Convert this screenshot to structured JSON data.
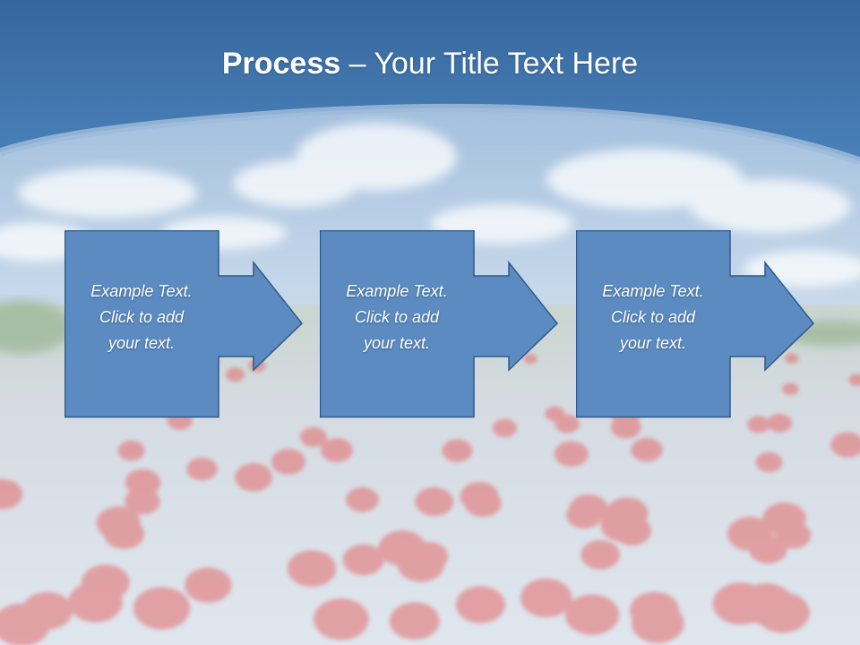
{
  "slide": {
    "title_bold": "Process",
    "title_sep": " – ",
    "title_rest": "Your Title Text Here"
  },
  "steps": [
    {
      "lines": [
        "Example Text.",
        "Click  to add",
        "your text."
      ]
    },
    {
      "lines": [
        "Example Text.",
        "Click  to add",
        "your text."
      ]
    },
    {
      "lines": [
        "Example Text.",
        "Click  to add",
        "your text."
      ]
    }
  ],
  "colors": {
    "header_blue": "#3f72a8",
    "box_fill": "#5b8bc1",
    "box_border": "#2f5a8a",
    "flower_red": "#e36b6b"
  }
}
